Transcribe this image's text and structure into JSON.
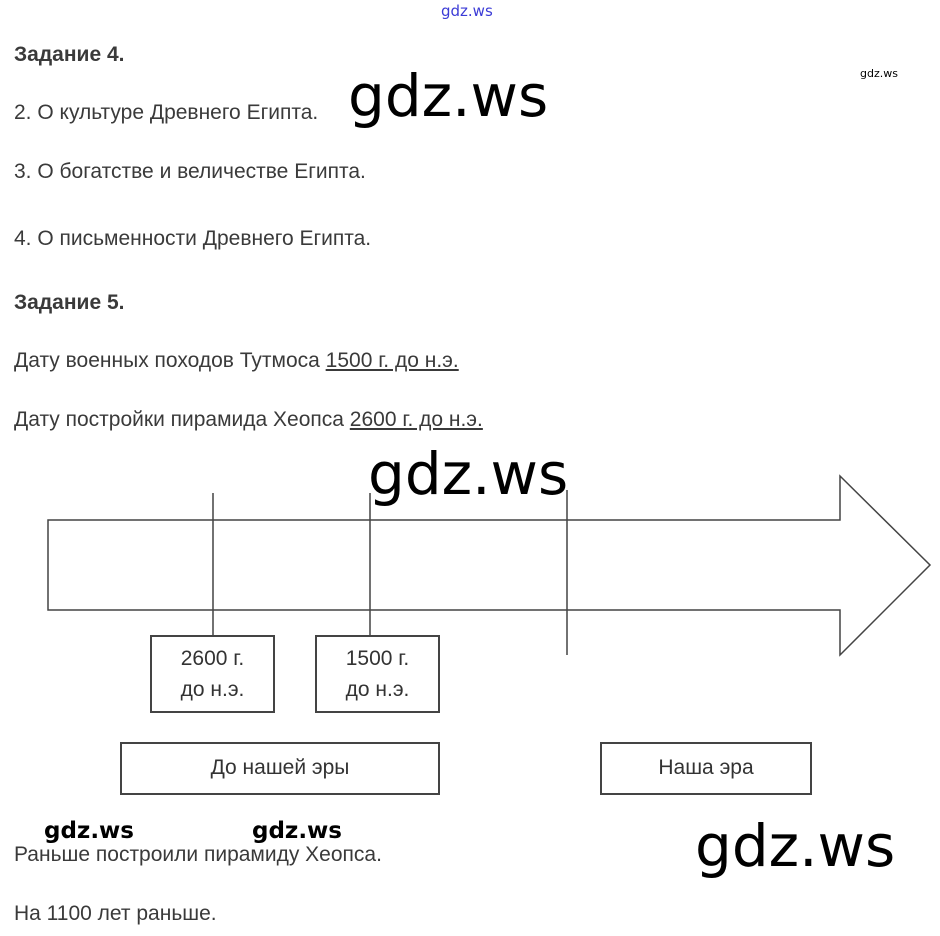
{
  "watermarks": {
    "top": "gdz.ws",
    "small_right": "gdz.ws",
    "large_1": "gdz.ws",
    "large_2": "gdz.ws",
    "small_left_1": "gdz.ws",
    "small_left_2": "gdz.ws",
    "large_bottom": "gdz.ws"
  },
  "task4": {
    "heading": "Задание 4.",
    "items": [
      "2. О культуре Древнего Египта.",
      "3. О богатстве и величестве Египта.",
      "4. О письменности Древнего Египта."
    ]
  },
  "task5": {
    "heading": "Задание 5.",
    "line1_prefix": "Дату военных походов Тутмоса ",
    "line1_answer": "1500 г. до н.э.",
    "line2_prefix": "Дату постройки пирамида Хеопса ",
    "line2_answer": "2600 г. до н.э."
  },
  "timeline": {
    "date1_line1": "2600 г.",
    "date1_line2": "до н.э.",
    "date2_line1": "1500 г.",
    "date2_line2": "до н.э.",
    "era_bc": "До нашей эры",
    "era_ad": "Наша эра"
  },
  "answers": [
    "Раньше построили пирамиду Хеопса.",
    "На 1100 лет раньше."
  ]
}
